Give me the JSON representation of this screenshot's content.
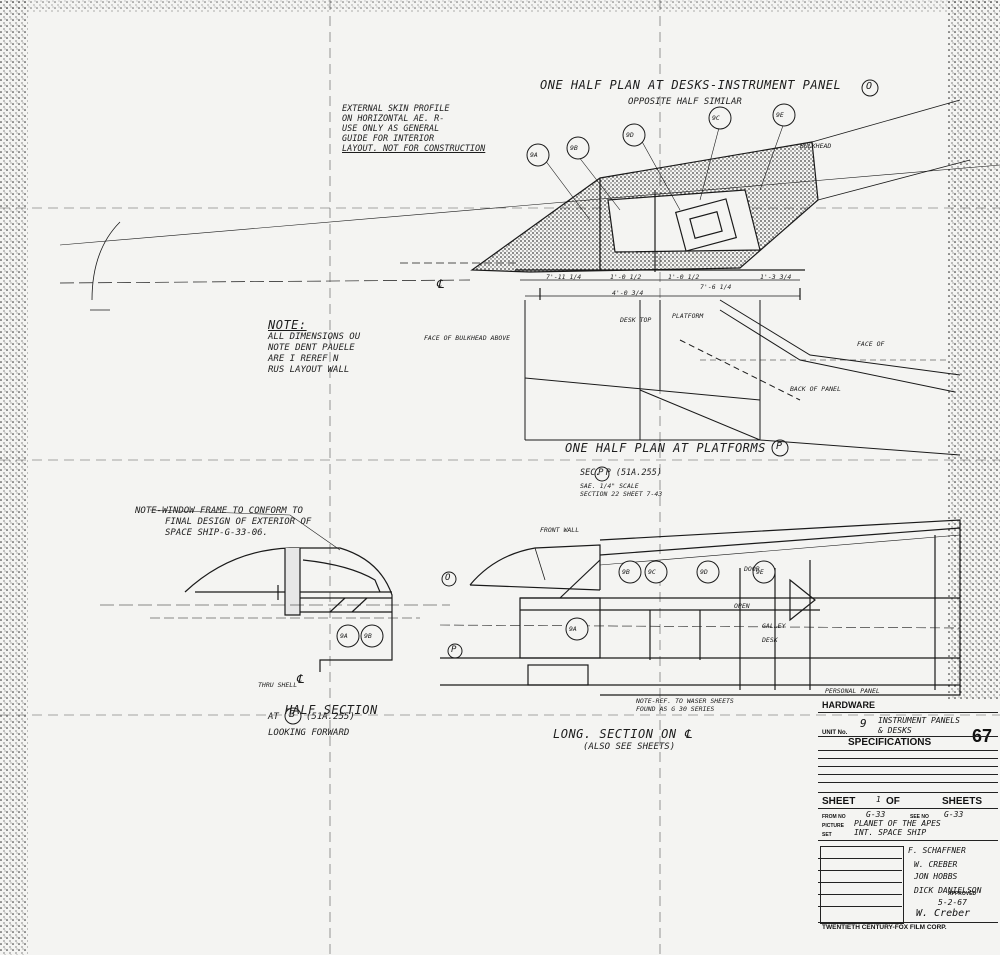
{
  "drawing": {
    "title_top": "ONE HALF PLAN AT DESKS-INSTRUMENT PANEL",
    "title_top_marker": "O",
    "subtitle_top": "OPPOSITE HALF SIMILAR",
    "title_mid": "ONE HALF PLAN AT PLATFORMS",
    "title_mid_marker": "P",
    "section_half_title": "HALF SECTION",
    "section_half_at": "AT",
    "section_half_marker": "B",
    "section_half_ref": "(51A.255)",
    "section_half_sub": "LOOKING FORWARD",
    "long_section_title": "LONG. SECTION ON",
    "long_section_sub": "(ALSO SEE SHEETS)",
    "centerline_symbol": "℄",
    "note_main_title": "NOTE:",
    "note_main_lines": [
      "ALL DIMENSIONS OU",
      "NOTE DENT PAUELE",
      "ARE I REREF N",
      "RUS LAYOUT WALL"
    ],
    "note_external": [
      "EXTERNAL SKIN PROFILE",
      "ON HORIZONTAL AE. R-",
      "USE ONLY AS GENERAL",
      "GUIDE FOR INTERIOR",
      "LAYOUT. NOT FOR CONSTRUCTION"
    ],
    "note_window": [
      "NOTE-WINDOW FRAME TO CONFORM TO",
      "FINAL DESIGN OF EXTERIOR OF",
      "SPACE SHIP-G-33-06."
    ],
    "note_bottom": [
      "NOTE-REF. TO WASER SHEETS",
      "FOUND AS G 30 SERIES"
    ],
    "see_ref": [
      "SEC. P (51A.255)",
      "SAE. 1/4\" SCALE",
      "SECTION 22 SHEET 7-43"
    ],
    "callouts_top": [
      "9A",
      "9B",
      "9D",
      "9C",
      "9E"
    ],
    "callouts_section": [
      "9A",
      "9B"
    ],
    "callouts_long": [
      "9A",
      "9B",
      "9C",
      "9D",
      "9E"
    ],
    "markers": [
      "O",
      "P"
    ],
    "dims_top": [
      "7'-11 1/4",
      "1'-0 1/2",
      "1'-0 1/2",
      "1'-3 3/4",
      "4'-0 3/4",
      "7'-6 1/4"
    ],
    "small_labels": [
      "BULKHEAD",
      "FACE OF BULKHEAD ABOVE",
      "DESK TOP",
      "PLATFORM",
      "BACK OF PANEL",
      "FACE OF",
      "FRONT WALL",
      "DOOR",
      "OPEN",
      "GALLEY",
      "DESK",
      "PERSONAL PANEL",
      "THRU SHELL"
    ]
  },
  "title_block": {
    "hardware_label": "HARDWARE",
    "unit_label": "UNIT No.",
    "unit_no": "9",
    "unit_desc_1": "INSTRUMENT PANELS",
    "unit_desc_2": "& DESKS",
    "sheet_big_no": "67",
    "specifications": "SPECIFICATIONS",
    "sheet_label": "SHEET",
    "sheet_no": "1",
    "of_label": "OF",
    "sheets_label": "SHEETS",
    "from_label": "FROM NO",
    "from_value": "G-33",
    "see_label": "SEE NO",
    "see_value": "G-33",
    "picture_label": "PICTURE",
    "picture_value": "PLANET OF THE APES",
    "set_label": "SET",
    "set_value": "INT. SPACE SHIP",
    "draftsman": "F. SCHAFFNER",
    "art_director": "W. CREBER",
    "production_designer": "JON HOBBS",
    "drawn_by": "DICK DANIELSON",
    "date": "5-2-67",
    "approved_label": "APPROVED",
    "approved_sig": "W. Creber",
    "studio_footer": "TWENTIETH CENTURY-FOX FILM CORP."
  },
  "colors": {
    "paper": "#f4f4f2",
    "ink": "#1a1a1a",
    "shading": "#2a2a2a"
  }
}
